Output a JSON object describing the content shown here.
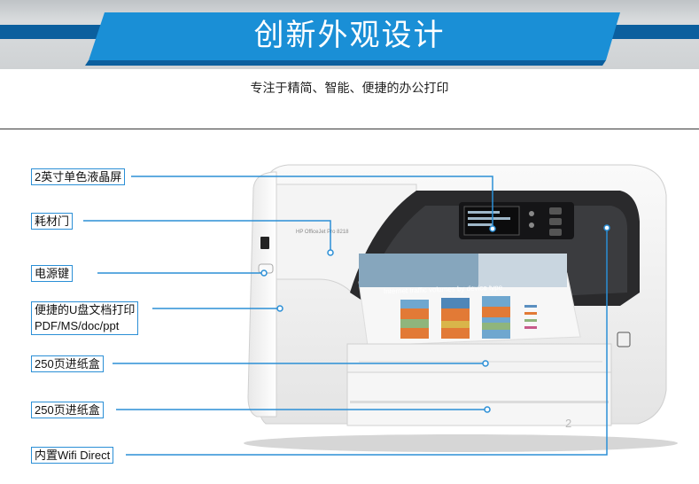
{
  "header": {
    "title": "创新外观设计",
    "subtitle": "专注于精简、智能、便捷的办公打印",
    "colors": {
      "banner": "#1a8fd6",
      "banner_dark": "#0b5f9e",
      "callout_border": "#2b8fd6"
    }
  },
  "printer": {
    "brand_text": "HP OfficeJet Pro 8218",
    "paper_heading": "Internet traffic volumes by device type",
    "tray_number": "2"
  },
  "callouts": [
    {
      "id": "display",
      "label": "2英寸单色液晶屏"
    },
    {
      "id": "door",
      "label": "耗材门"
    },
    {
      "id": "power",
      "label": "电源键"
    },
    {
      "id": "usb",
      "label": "便捷的U盘文档打印",
      "label2": "PDF/MS/doc/ppt"
    },
    {
      "id": "tray1",
      "label": "250页进纸盒"
    },
    {
      "id": "tray2",
      "label": "250页进纸盒"
    },
    {
      "id": "wifi",
      "label": "内置Wifi Direct"
    }
  ]
}
